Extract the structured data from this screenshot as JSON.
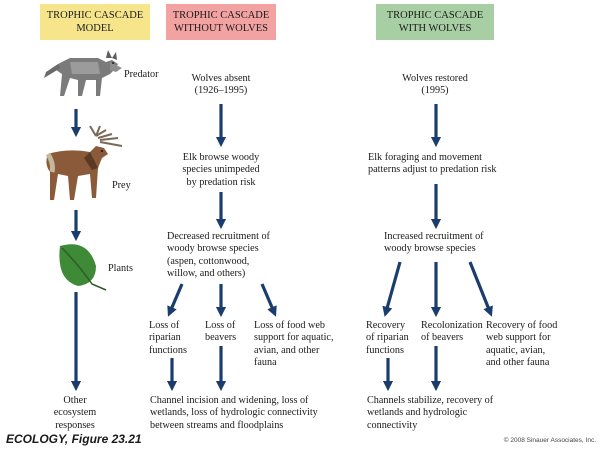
{
  "colors": {
    "model_header": "#f6e58a",
    "without_header": "#f2a3a1",
    "with_header": "#a7cfa3",
    "arrow": "#1b3d6e"
  },
  "headers": {
    "model": "TROPHIC CASCADE\nMODEL",
    "without": "TROPHIC CASCADE\nWITHOUT WOLVES",
    "with": "TROPHIC CASCADE\nWITH WOLVES"
  },
  "model": {
    "predator": "Predator",
    "prey": "Prey",
    "plants": "Plants",
    "other": "Other\necosystem\nresponses",
    "icons": [
      "wolf-icon",
      "elk-icon",
      "leaf-icon"
    ]
  },
  "without": {
    "step1": "Wolves absent\n(1926–1995)",
    "step2": "Elk browse woody\nspecies unimpeded\nby predation risk",
    "step3": "Decreased recruitment of\nwoody browse species\n(aspen, cottonwood,\nwillow, and others)",
    "effect1": "Loss of\nriparian\nfunctions",
    "effect2": "Loss of\nbeavers",
    "effect3": "Loss of food web\nsupport for aquatic,\navian, and other\nfauna",
    "outcome": "Channel incision and widening, loss of\nwetlands, loss of hydrologic connectivity\nbetween streams and floodplains"
  },
  "with": {
    "step1": "Wolves restored\n(1995)",
    "step2": "Elk foraging and movement\npatterns adjust to predation risk",
    "step3": "Increased recruitment of\nwoody browse species",
    "effect1": "Recovery\nof riparian\nfunctions",
    "effect2": "Recolonization\nof beavers",
    "effect3": "Recovery of food\nweb support for\naquatic, avian,\nand other fauna",
    "outcome": "Channels stabilize, recovery of\nwetlands and hydrologic\nconnectivity"
  },
  "footer": {
    "figure": "ECOLOGY, Figure 23.21",
    "copyright": "© 2008 Sinauer Associates, Inc."
  }
}
